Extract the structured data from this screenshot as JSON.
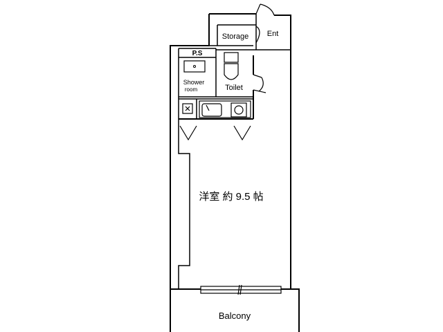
{
  "rooms": {
    "storage": "Storage",
    "entrance": "Ent",
    "ps": "P.S",
    "shower": [
      "Shower",
      "room"
    ],
    "toilet": "Toilet",
    "main_room": "洋室  約 9.5 帖",
    "balcony": "Balcony"
  },
  "colors": {
    "line": "#000000",
    "background": "#ffffff"
  }
}
